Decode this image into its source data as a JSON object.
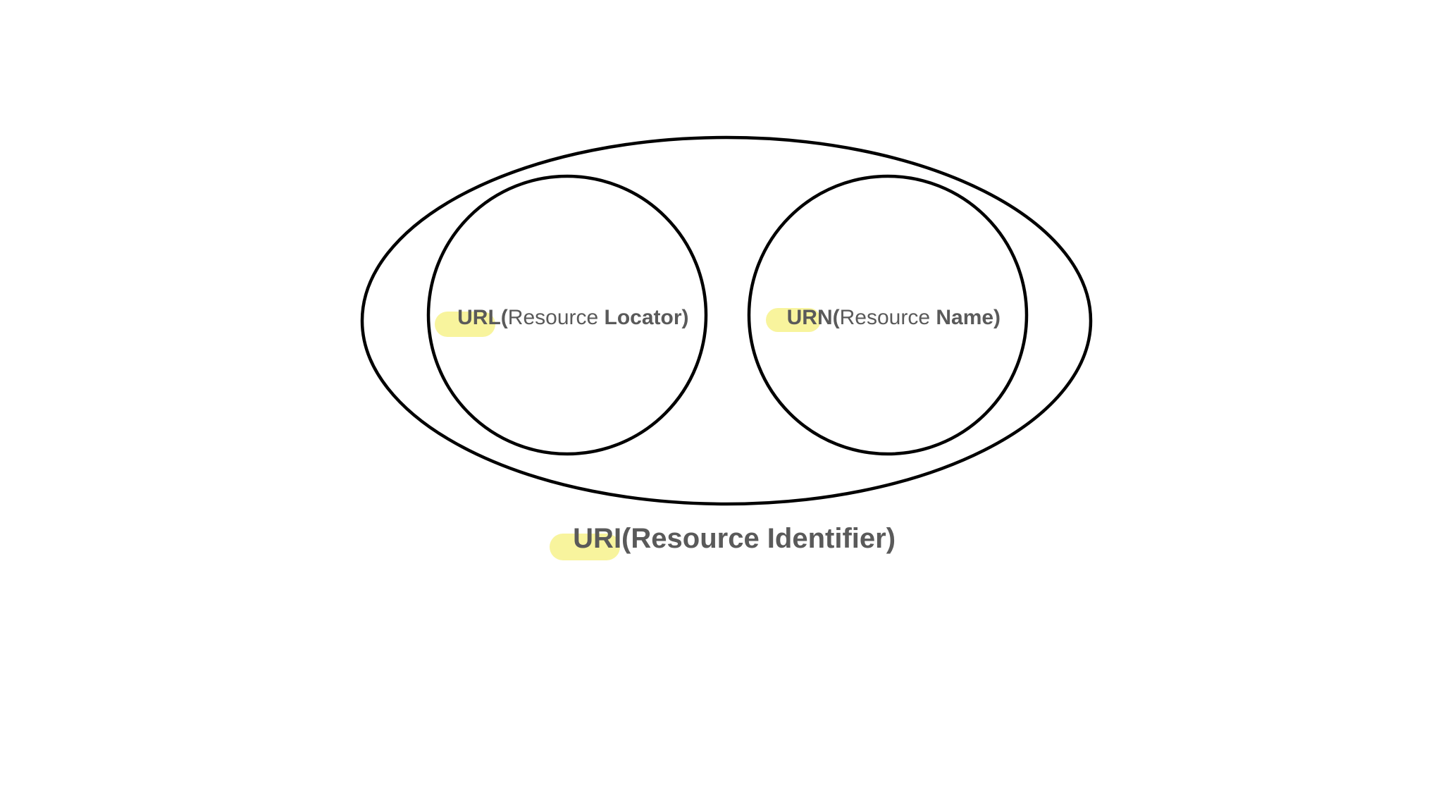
{
  "diagram": {
    "outer": {
      "abbr": "URI(",
      "rest": "Resource Identifier)"
    },
    "left": {
      "abbr": "URL(",
      "word": "Resource ",
      "tail": "Locator)"
    },
    "right": {
      "abbr": "URN(",
      "word": "Resource ",
      "tail": "Name)"
    }
  },
  "colors": {
    "highlight": "#f3ec5c",
    "text": "#5a5a5a",
    "stroke": "#000000"
  }
}
